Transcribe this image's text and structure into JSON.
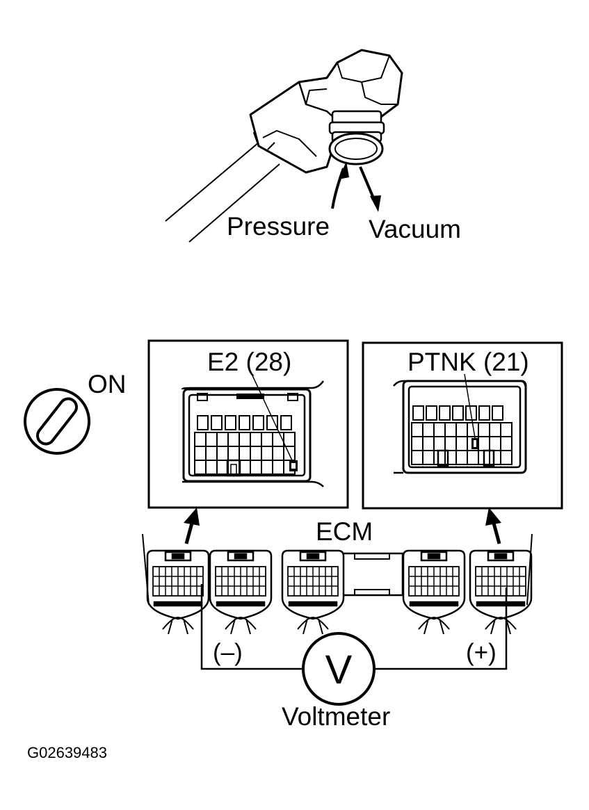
{
  "labels": {
    "pressure": "Pressure",
    "vacuum": "Vacuum",
    "ignition": "ON",
    "e2": "E2 (28)",
    "ptnk": "PTNK (21)",
    "ecm": "ECM",
    "minus": "(–)",
    "plus": "(+)",
    "meter_symbol": "V",
    "voltmeter": "Voltmeter",
    "figure_code": "G02639483"
  },
  "icons": {
    "ignition": "ignition-key-icon",
    "sensor": "pressure-sensor-icon",
    "meter": "voltmeter-icon"
  },
  "colors": {
    "ink": "#000000",
    "paper": "#ffffff"
  }
}
